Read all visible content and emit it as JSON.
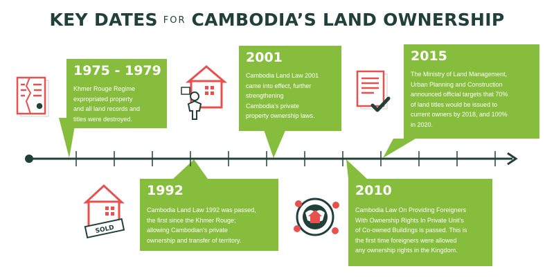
{
  "title": {
    "part1": "KEY DATES",
    "connector": "FOR",
    "part2": "CAMBODIA’S LAND OWNERSHIP"
  },
  "colors": {
    "green": "#86bd3c",
    "dark": "#21403a",
    "red": "#e8504e"
  },
  "events": [
    {
      "year": "1975 - 1979",
      "text": "Khmer Rouge Regime\nexpropriated property\nand all land records and\ntitles were destroyed.",
      "icon": "torn-documents-icon"
    },
    {
      "year": "1992",
      "text": "Cambodia Land Law 1992 was passed,\nthe first since the Khmer Rouge;\nallowing Cambodian’s private\nownership and transfer of territory.",
      "icon": "sold-house-icon",
      "icon_label": "SOLD"
    },
    {
      "year": "2001",
      "text": "Cambodia Land Law 2001\ncame into effect, further\nstrengthening\nCambodia’s private\nproperty ownership laws.",
      "icon": "person-house-icon"
    },
    {
      "year": "2010",
      "text": "Cambodia Law On Providing Foreigners\nWith Ownership Rights In Private Unit’s\nof Co-owned Buildings is passed. This is\nthe first time foreigners were allowed\nany ownership rights in the Kingdom.",
      "icon": "globe-house-icon"
    },
    {
      "year": "2015",
      "text": "The Ministry of Land Management,\nUrban Planning and Construction\nannounced official targets that 70%\nof land titles would be issued to\ncurrent owners by 2018, and 100%\nin 2020.",
      "icon": "document-check-icon"
    }
  ]
}
